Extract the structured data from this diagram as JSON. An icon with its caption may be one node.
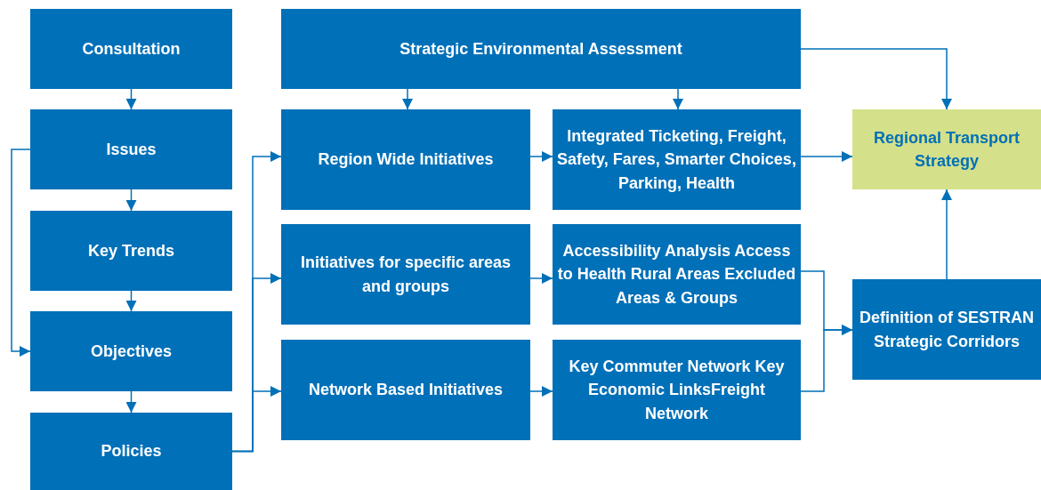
{
  "diagram": {
    "nodes": [
      {
        "text": [
          "Consultation"
        ]
      },
      {
        "text": [
          "Issues"
        ]
      },
      {
        "text": [
          "Key Trends"
        ]
      },
      {
        "text": [
          "Objectives"
        ]
      },
      {
        "text": [
          "Policies"
        ]
      },
      {
        "text": [
          "Strategic Environmental Assessment"
        ]
      },
      {
        "text": [
          "Region Wide Initiatives"
        ]
      },
      {
        "text": [
          "Integrated Ticketing, Freight, Safety, Fares, Smarter Choices, Parking, Health"
        ]
      },
      {
        "text": [
          "Regional Transport Strategy"
        ]
      },
      {
        "text": [
          "Initiatives for specific areas and groups"
        ]
      },
      {
        "text": [
          "Accessibility Analysis Access to Health Rural Areas Excluded Areas & Groups"
        ]
      },
      {
        "text": [
          "Network Based Initiatives"
        ]
      },
      {
        "text": [
          "Key Commuter Network Key Economic LinksFreight Network"
        ]
      },
      {
        "text": [
          "Definition of SESTRAN Strategic Corridors"
        ]
      }
    ],
    "edges": [
      {
        "from": 0,
        "to": 1,
        "arrow": "to"
      },
      {
        "from": 1,
        "to": 2,
        "arrow": "to"
      },
      {
        "from": 2,
        "to": 3,
        "arrow": "to"
      },
      {
        "from": 3,
        "to": 4,
        "arrow": "to"
      },
      {
        "from": 1,
        "to": 3,
        "arrow": "to"
      },
      {
        "from": 4,
        "to": 6,
        "arrow": "to"
      },
      {
        "from": 4,
        "to": 9,
        "arrow": "to"
      },
      {
        "from": 4,
        "to": 11,
        "arrow": "to"
      },
      {
        "from": 5,
        "to": 6,
        "arrow": "to"
      },
      {
        "from": 5,
        "to": 7,
        "arrow": "to"
      },
      {
        "from": 5,
        "to": 8,
        "arrow": "to"
      },
      {
        "from": 6,
        "to": 7,
        "arrow": "to"
      },
      {
        "from": 9,
        "to": 10,
        "arrow": "to"
      },
      {
        "from": 11,
        "to": 12,
        "arrow": "to"
      },
      {
        "from": 7,
        "to": 8,
        "arrow": "to"
      },
      {
        "from": 10,
        "to": 13,
        "arrow": "to"
      },
      {
        "from": 12,
        "to": 13,
        "arrow": "to"
      },
      {
        "from": 13,
        "to": 8,
        "arrow": "to"
      }
    ]
  }
}
